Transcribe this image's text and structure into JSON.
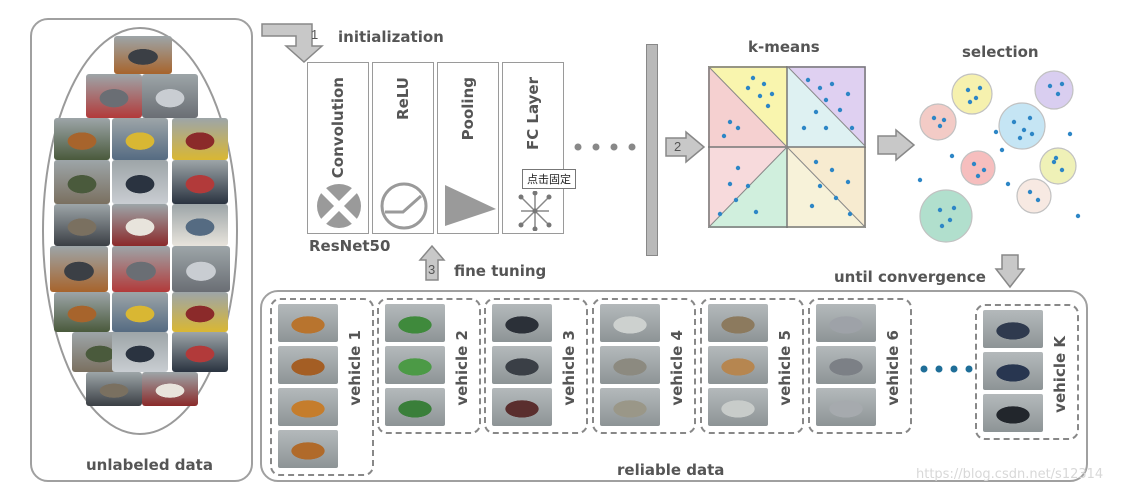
{
  "labels": {
    "unlabeled": "unlabeled data",
    "initialization": "initialization",
    "step1": "1",
    "step2": "2",
    "step3": "3",
    "fine_tuning": "fine tuning",
    "resnet": "ResNet50",
    "kmeans": "k-means",
    "selection": "selection",
    "until_convergence": "until convergence",
    "reliable": "reliable data",
    "tooltip": "点击固定",
    "watermark": "https://blog.csdn.net/s12314"
  },
  "cnn_layers": [
    {
      "name": "Convolution",
      "icon": "convolution-icon"
    },
    {
      "name": "ReLU",
      "icon": "relu-icon"
    },
    {
      "name": "Pooling",
      "icon": "pooling-icon"
    },
    {
      "name": "FC Layer",
      "icon": "fc-layer-icon"
    }
  ],
  "vehicles": [
    "vehicle 1",
    "vehicle 2",
    "vehicle 3",
    "vehicle 4",
    "vehicle 5",
    "vehicle 6",
    "vehicle K"
  ],
  "colors": {
    "kmeans_quadrants": [
      "#f8f3a0",
      "#d9c8ef",
      "#f6d4d6",
      "#f6e7c8",
      "#d8eef0",
      "#c8ecd7",
      "#f3c8c8",
      "#f6f0d2"
    ],
    "points": "#2d86c6",
    "clusters": [
      "#f2c6c0",
      "#f6f0a6",
      "#d5c9ef",
      "#bfe3f3",
      "#f6b8b8",
      "#eef0b0",
      "#f7e7df",
      "#a9dcc8"
    ]
  }
}
